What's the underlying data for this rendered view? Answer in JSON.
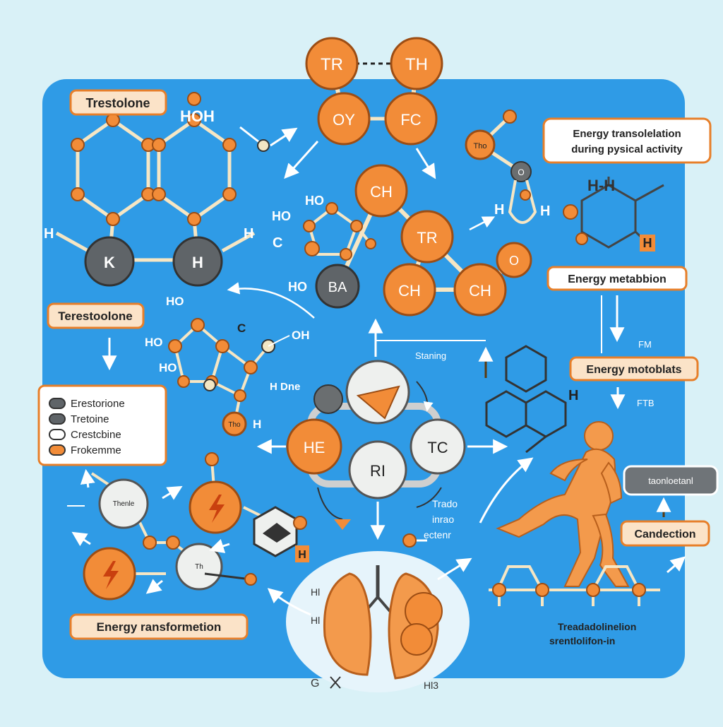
{
  "colors": {
    "background": "#d9f1f7",
    "panel": "#2f9be6",
    "accent_orange": "#f28c38",
    "dark_node": "#5f6468",
    "light_node": "#eef0ee",
    "label_fill": "#fbe3c8",
    "label_border": "#e77f2a"
  },
  "labels": {
    "trestolone_top": "Trestolone",
    "trestolone_mid": "Terestoolone",
    "energy_title_line1": "Energy transolelation",
    "energy_title_line2": "during pysical activity",
    "energy_metabolism": "Energy metabbion",
    "energy_metabolites": "Energy motoblats",
    "energy_transformation": "Energy ransformetion",
    "condection": "Candection",
    "conduction_dark": "taonloetanl",
    "trado_line1": "Trado",
    "trado_line2": "inrao",
    "trado_line3": "ectenr",
    "stasning": "Staning",
    "bottom_right_line1": "Treadadolinelion",
    "bottom_right_line2": "srentlolifon-in",
    "fm_top": "FM",
    "fm_bottom": "FTB"
  },
  "legend": {
    "items": [
      {
        "label": "Erestorione",
        "swatch": "#5f6468"
      },
      {
        "label": "Tretoine",
        "swatch": "#5f6468"
      },
      {
        "label": "Crestcbine",
        "swatch": "#ffffff"
      },
      {
        "label": "Frokemme",
        "swatch": "#f28c38"
      }
    ]
  },
  "nodes": {
    "tr_top": "TR",
    "th_top": "TH",
    "oy": "OY",
    "fc": "FC",
    "ch_center": "CH",
    "tr_center": "TR",
    "ch_left": "CH",
    "ch_right": "CH",
    "o_node": "O",
    "ba": "BA",
    "k": "K",
    "h": "H",
    "he": "HE",
    "tc": "TC",
    "ri": "RI",
    "tho": "Tho",
    "tho_dark": "O",
    "thenl": "Thenle",
    "tho_small": "Tho",
    "th_small": "Th"
  },
  "atoms": {
    "hoh": "HOH",
    "ho_left": "HO",
    "ho_a": "HO",
    "ho_b": "HO",
    "ho_c": "HO",
    "ho_d": "HO",
    "c_mid": "C",
    "oh_mid": "OH",
    "h_dne": "H Dne",
    "h_small": "H",
    "h_ba": "HO",
    "c_right": "C",
    "h_left_ring": "H",
    "h_right_ring": "H",
    "hh": "H-H",
    "h_hex": "H",
    "h_orange": "H",
    "h_r": "H",
    "hl_a": "Hl",
    "hl_b": "Hl",
    "h3": "Hl3",
    "gx": "G"
  }
}
